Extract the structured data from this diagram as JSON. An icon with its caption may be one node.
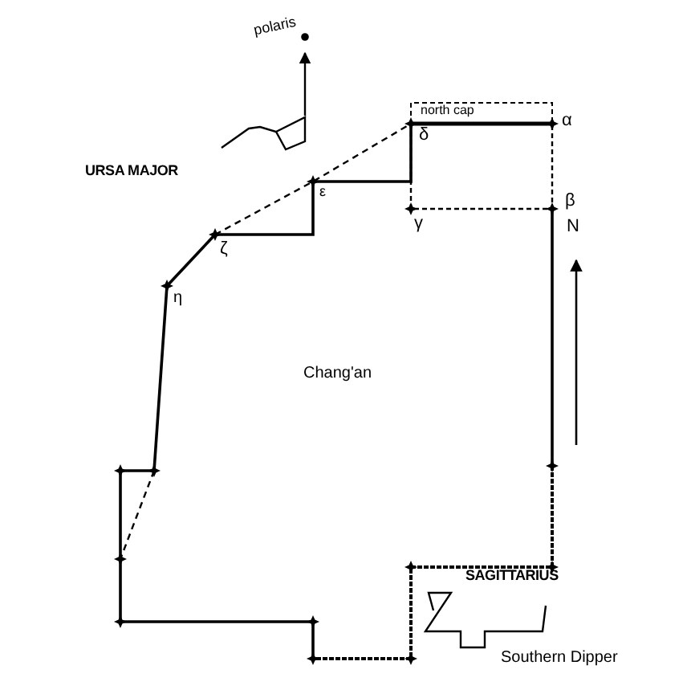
{
  "diagram": {
    "labels": [
      "polaris",
      "north cap",
      "α",
      "δ",
      "URSA MAJOR",
      "ε",
      "β",
      "γ",
      "N",
      "ζ",
      "η",
      "Chang'an",
      "SAGITTARIUS",
      "Southern Dipper"
    ]
  }
}
